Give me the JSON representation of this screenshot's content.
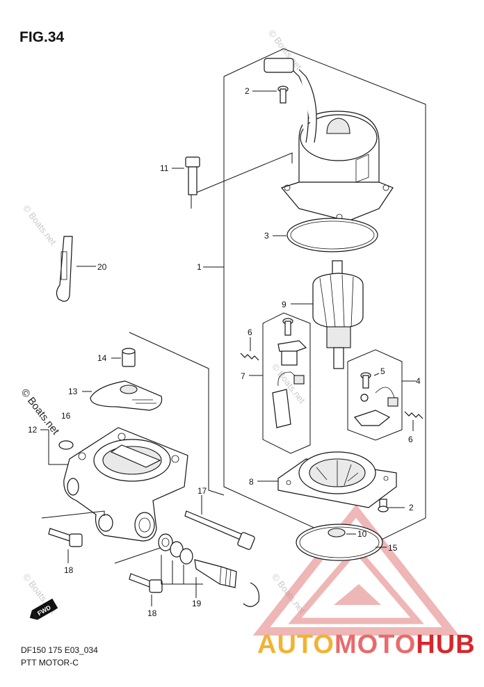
{
  "figure": {
    "title": "FIG.34",
    "code": "DF150 175 E03_034",
    "name": "PTT MOTOR-C"
  },
  "callouts": [
    "1",
    "2",
    "2",
    "3",
    "4",
    "5",
    "6",
    "6",
    "7",
    "8",
    "9",
    "10",
    "11",
    "12",
    "13",
    "14",
    "15",
    "16",
    "17",
    "18",
    "18",
    "19",
    "20"
  ],
  "fwd_badge": "FWD",
  "watermarks": [
    "© Boats.net",
    "© Boats.net",
    "© Boats.net",
    "© Boats.net",
    "© Boats.net",
    "© Boats.net"
  ],
  "brand": {
    "part1": "AUTO",
    "part2": "MOTO",
    "part3": "HUB",
    "color1": "#f3b233",
    "color2": "#ea6b6b",
    "color3": "#d8262c"
  }
}
